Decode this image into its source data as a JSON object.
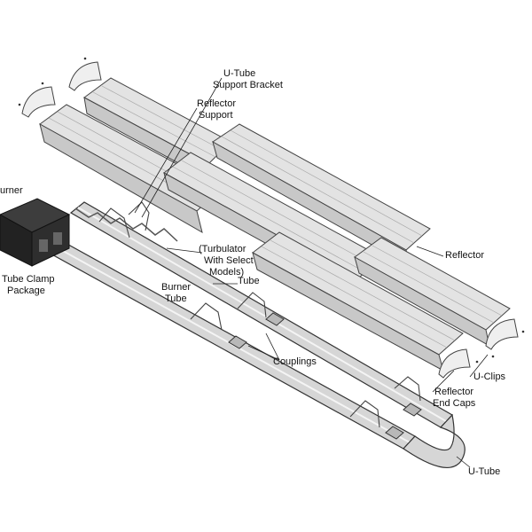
{
  "labels": {
    "u_tube_support_bracket": [
      "U-Tube",
      "Support Bracket"
    ],
    "reflector_support": [
      "Reflector",
      "Support"
    ],
    "burner": "urner",
    "tube_clamp_package": [
      "Tube Clamp",
      "Package"
    ],
    "turbulator": [
      "(Turbulator",
      "With Select",
      "Models)"
    ],
    "burner_tube": [
      "Burner",
      "Tube"
    ],
    "tube": "Tube",
    "reflector": "Reflector",
    "couplings": "Couplings",
    "u_clips": "U-Clips",
    "reflector_end_caps": [
      "Reflector",
      "End Caps"
    ],
    "u_tube": "U-Tube"
  },
  "colors": {
    "background": "#ffffff",
    "burner_box": "#2b2b2b",
    "reflector": "#e3e3e3",
    "tube": "#d6d6d6"
  }
}
